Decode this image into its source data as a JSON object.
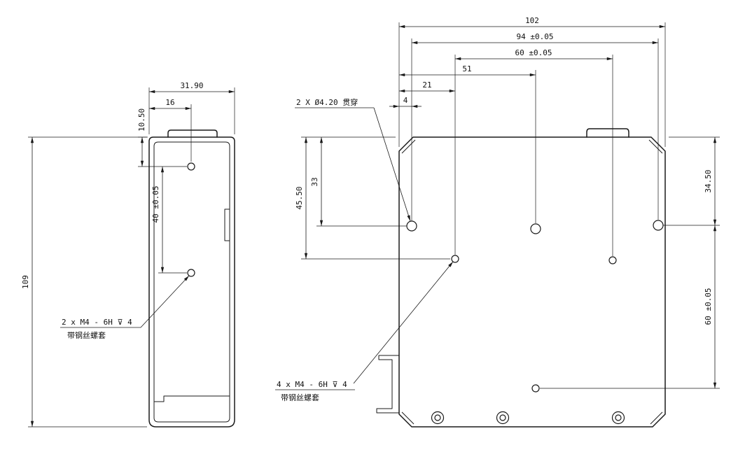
{
  "drawing": {
    "background": "#ffffff",
    "line_color": "#1a1a1a"
  },
  "left_view": {
    "dim_width": "31.90",
    "dim_hole_x": "16",
    "dim_hole_top": "10.50",
    "dim_hole_pitch": "40 ±0.05",
    "dim_height": "109",
    "callout_line1": "2 x M4 - 6H ⊽ 4",
    "callout_line2": "带钢丝螺套"
  },
  "right_view": {
    "dim_width": "102",
    "dim_94": "94 ±0.05",
    "dim_60": "60 ±0.05",
    "dim_51": "51",
    "dim_21": "21",
    "dim_4": "4",
    "dim_45": "45.50",
    "dim_33": "33",
    "dim_34": "34.50",
    "dim_60r": "60 ±0.05",
    "callout_through": "2 X Ø4.20 贯穿",
    "callout_line1": "4 x M4 - 6H ⊽ 4",
    "callout_line2": "带钢丝螺套"
  }
}
